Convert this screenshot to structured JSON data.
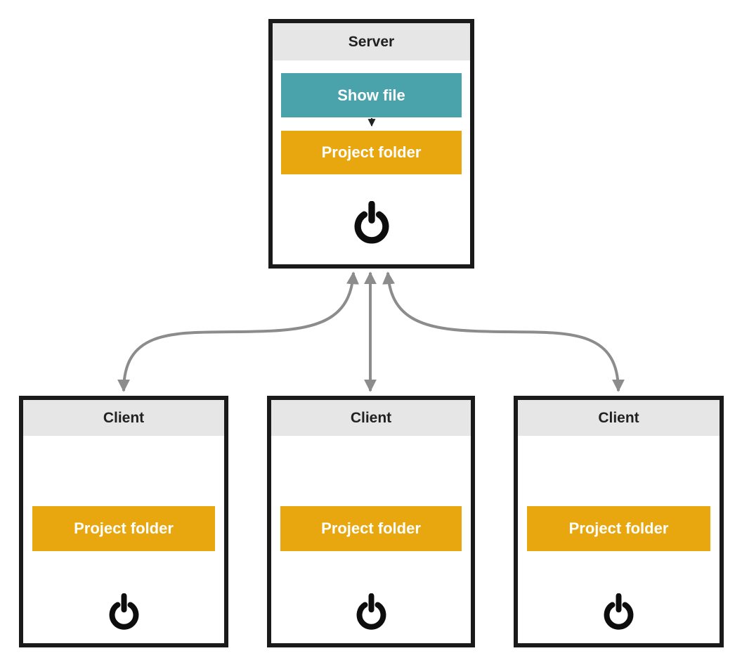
{
  "server": {
    "title": "Server",
    "show_file_label": "Show file",
    "project_folder_label": "Project folder",
    "icon": "power-icon"
  },
  "clients": [
    {
      "title": "Client",
      "project_folder_label": "Project folder",
      "icon": "power-icon"
    },
    {
      "title": "Client",
      "project_folder_label": "Project folder",
      "icon": "power-icon"
    },
    {
      "title": "Client",
      "project_folder_label": "Project folder",
      "icon": "power-icon"
    }
  ],
  "connections": [
    {
      "from": "server",
      "to": "client-1",
      "style": "curved",
      "bidirectional": true
    },
    {
      "from": "server",
      "to": "client-2",
      "style": "straight",
      "bidirectional": true
    },
    {
      "from": "server",
      "to": "client-3",
      "style": "curved",
      "bidirectional": true
    },
    {
      "from": "show-file",
      "to": "project-folder",
      "style": "straight",
      "bidirectional": false
    }
  ],
  "colors": {
    "teal": "#4aa3ab",
    "orange": "#e8a70f",
    "header_gray": "#e6e6e6",
    "border_dark": "#1a1a1a",
    "arrow_gray": "#8c8c8c",
    "icon_black": "#0d0d0d",
    "background": "#ffffff"
  }
}
